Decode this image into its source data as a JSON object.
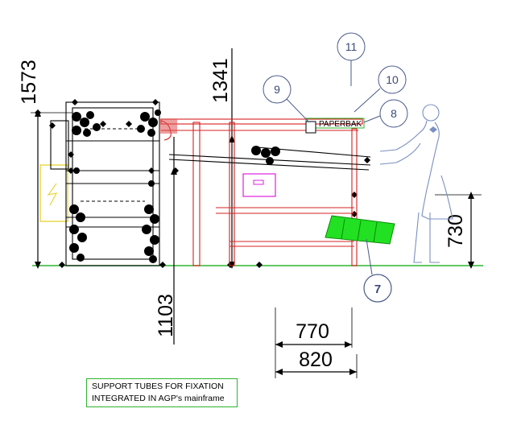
{
  "dimensions": {
    "overall_height": "1573",
    "frame_height": "1341",
    "table_height": "1103",
    "operator_height": "730",
    "depth_inner": "770",
    "depth_outer": "820"
  },
  "balloons": [
    {
      "id": "balloon-7",
      "label": "7"
    },
    {
      "id": "balloon-8",
      "label": "8"
    },
    {
      "id": "balloon-9",
      "label": "9"
    },
    {
      "id": "balloon-10",
      "label": "10"
    },
    {
      "id": "balloon-11",
      "label": "11"
    }
  ],
  "tag_label": "PAPERBAK",
  "note": {
    "line1": "SUPPORT TUBES FOR FIXATION",
    "line2": "INTEGRATED IN AGP's mainframe"
  },
  "colors": {
    "frame": "#d62020",
    "outline": "#000000",
    "ground": "#2db52d",
    "container": "#22e022",
    "balloon": "#4a5a8a",
    "person": "#7a8fc0",
    "cabinet": "#e8d84a",
    "box": "#e020e0"
  }
}
